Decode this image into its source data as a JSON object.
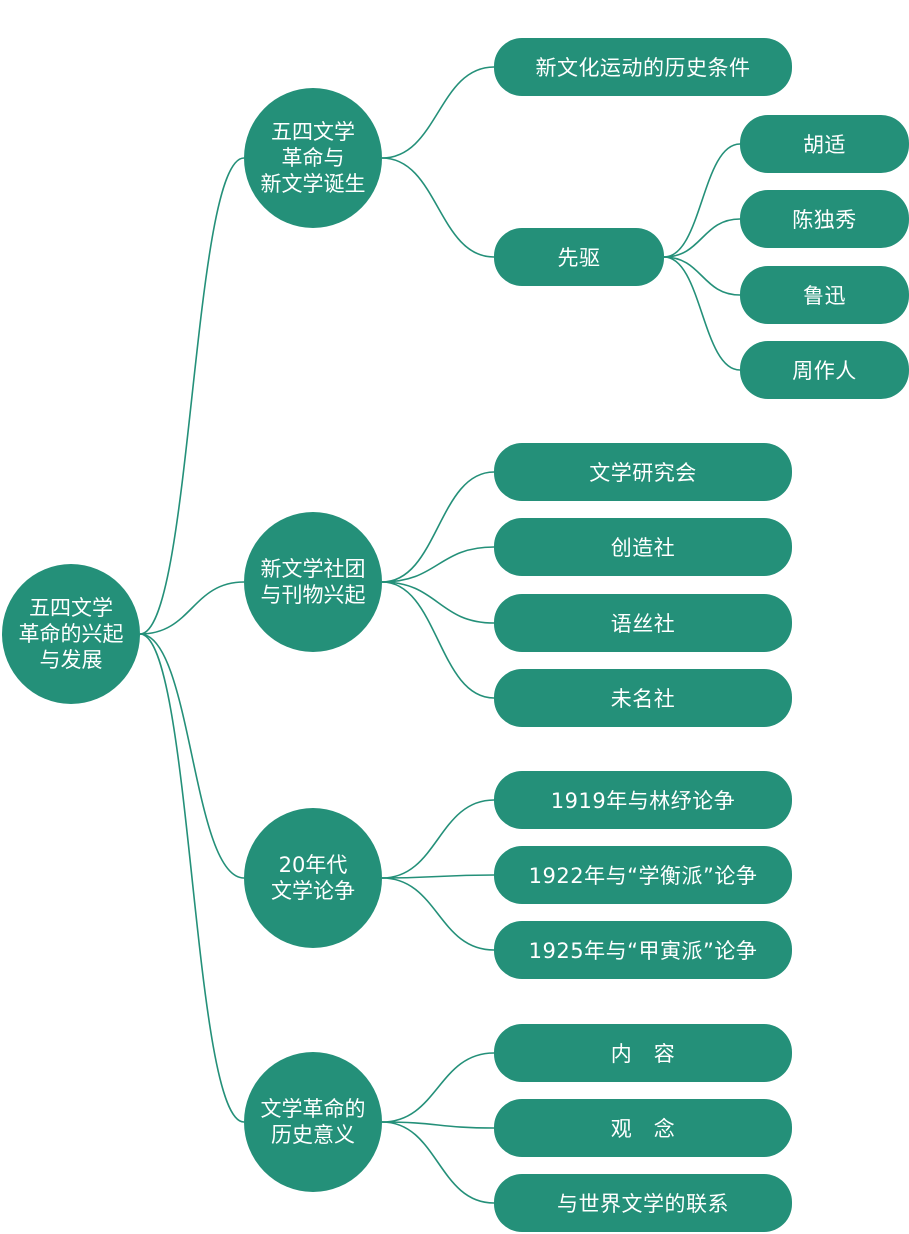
{
  "colors": {
    "node": "#249079",
    "line": "#249079",
    "text": "#ffffff"
  },
  "root": "五四文学\n革命的兴起\n与发展",
  "branches": [
    {
      "label": "五四文学\n革命与\n新文学诞生",
      "children": [
        {
          "label": "新文化运动的历史条件"
        },
        {
          "label": "先驱",
          "children": [
            "胡适",
            "陈独秀",
            "鲁迅",
            "周作人"
          ]
        }
      ]
    },
    {
      "label": "新文学社团\n与刊物兴起",
      "children": [
        {
          "label": "文学研究会"
        },
        {
          "label": "创造社"
        },
        {
          "label": "语丝社"
        },
        {
          "label": "未名社"
        }
      ]
    },
    {
      "label": "20年代\n文学论争",
      "children": [
        {
          "label": "1919年与林纾论争"
        },
        {
          "label": "1922年与“学衡派”论争"
        },
        {
          "label": "1925年与“甲寅派”论争"
        }
      ]
    },
    {
      "label": "文学革命的\n历史意义",
      "children": [
        {
          "label": "内　容"
        },
        {
          "label": "观　念"
        },
        {
          "label": "与世界文学的联系"
        }
      ]
    }
  ]
}
